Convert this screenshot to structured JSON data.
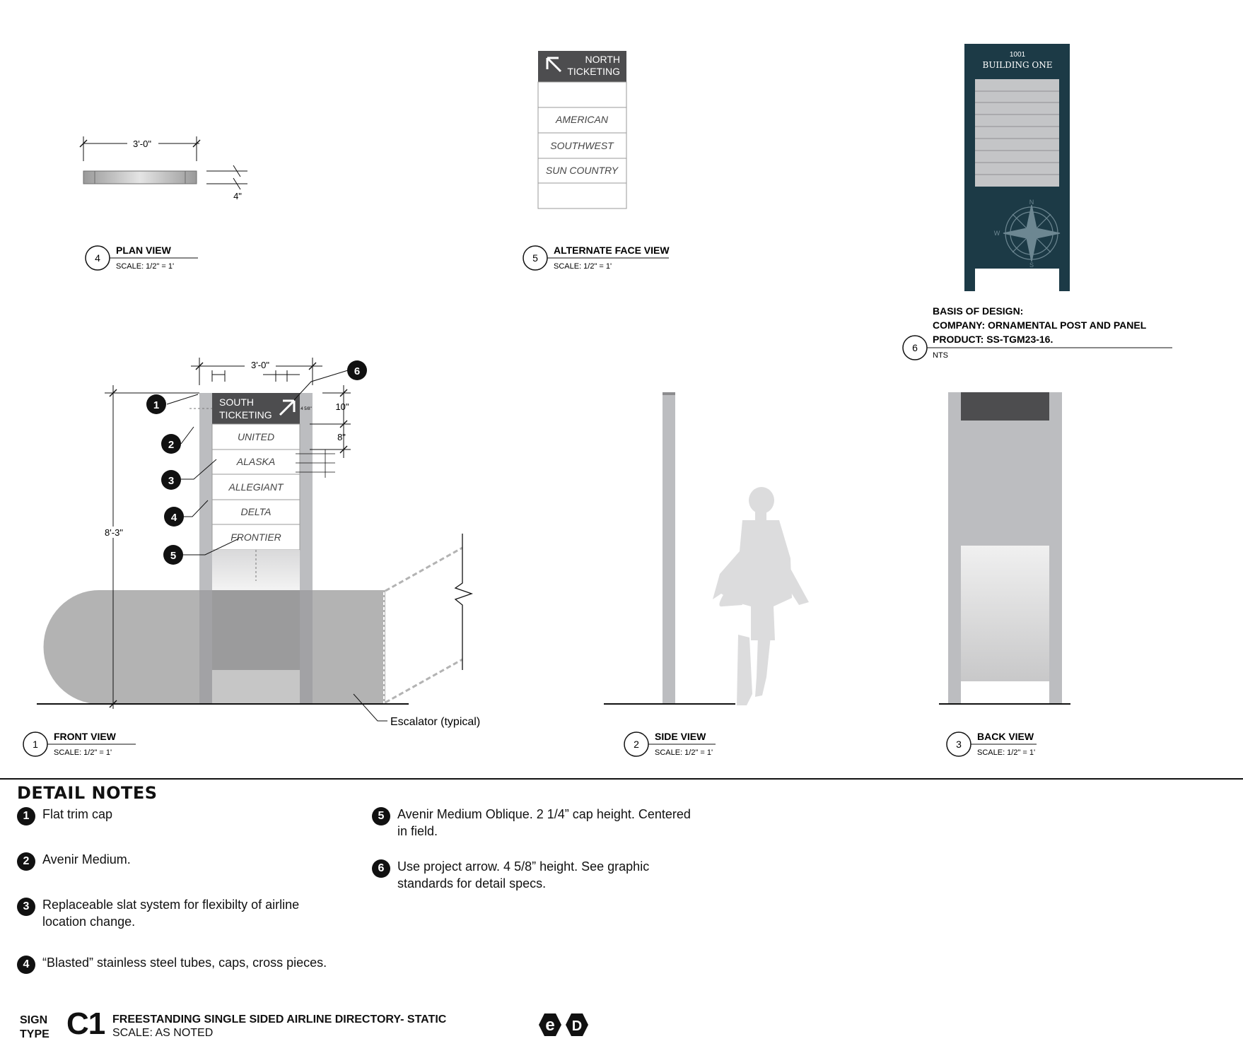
{
  "colors": {
    "dark_panel": "#4d4d4f",
    "navy": "#1c3a46",
    "steel": "#bcbdc0",
    "escalator": "#b3b3b3"
  },
  "plan_view": {
    "width_dim": "3'-0\"",
    "depth_dim": "4\"",
    "num": "4",
    "title": "PLAN VIEW",
    "scale": "SCALE: 1/2\" = 1'"
  },
  "alternate_face": {
    "header_line1": "NORTH",
    "header_line2": "TICKETING",
    "rows": [
      "AMERICAN",
      "SOUTHWEST",
      "SUN COUNTRY"
    ],
    "num": "5",
    "title": "ALTERNATE FACE VIEW",
    "scale": "SCALE: 1/2\" = 1'"
  },
  "basis": {
    "sign_number": "1001",
    "sign_name": "BUILDING ONE",
    "line1": "BASIS OF DESIGN:",
    "line2": "COMPANY: ORNAMENTAL POST AND PANEL",
    "line3": "PRODUCT: SS-TGM23-16.",
    "num": "6",
    "scale": "NTS"
  },
  "front_view": {
    "header_line1": "SOUTH",
    "header_line2": "TICKETING",
    "rows": [
      "UNITED",
      "ALASKA",
      "ALLEGIANT",
      "DELTA",
      "FRONTIER"
    ],
    "width_dim": "3'-0\"",
    "height_dim": "8'-3\"",
    "header_dim": "10\"",
    "slat_dim": "8\"",
    "arrow_dim": "4 5/8\"",
    "escalator_label": "Escalator (typical)",
    "num": "1",
    "title": "FRONT VIEW",
    "scale": "SCALE: 1/2\" = 1'",
    "callouts": [
      "1",
      "2",
      "3",
      "4",
      "5",
      "6"
    ]
  },
  "side_view": {
    "num": "2",
    "title": "SIDE VIEW",
    "scale": "SCALE: 1/2\" = 1'"
  },
  "back_view": {
    "num": "3",
    "title": "BACK VIEW",
    "scale": "SCALE: 1/2\" = 1'"
  },
  "notes": {
    "title": "DETAIL NOTES",
    "items": [
      {
        "num": "1",
        "text": "Flat trim cap"
      },
      {
        "num": "2",
        "text": "Avenir Medium."
      },
      {
        "num": "3",
        "text": "Replaceable slat system for flexibilty of airline location change."
      },
      {
        "num": "4",
        "text": "“Blasted” stainless steel tubes, caps, cross pieces."
      },
      {
        "num": "5",
        "text": "Avenir Medium Oblique. 2 1/4” cap height. Centered in field."
      },
      {
        "num": "6",
        "text": "Use project arrow. 4 5/8” height. See graphic standards for detail specs."
      }
    ]
  },
  "footer": {
    "sign_line1": "SIGN",
    "sign_line2": "TYPE",
    "code": "C1",
    "title": "FREESTANDING SINGLE SIDED AIRLINE DIRECTORY- STATIC",
    "scale": "SCALE: AS NOTED",
    "logo_letters": [
      "e",
      "D"
    ]
  }
}
